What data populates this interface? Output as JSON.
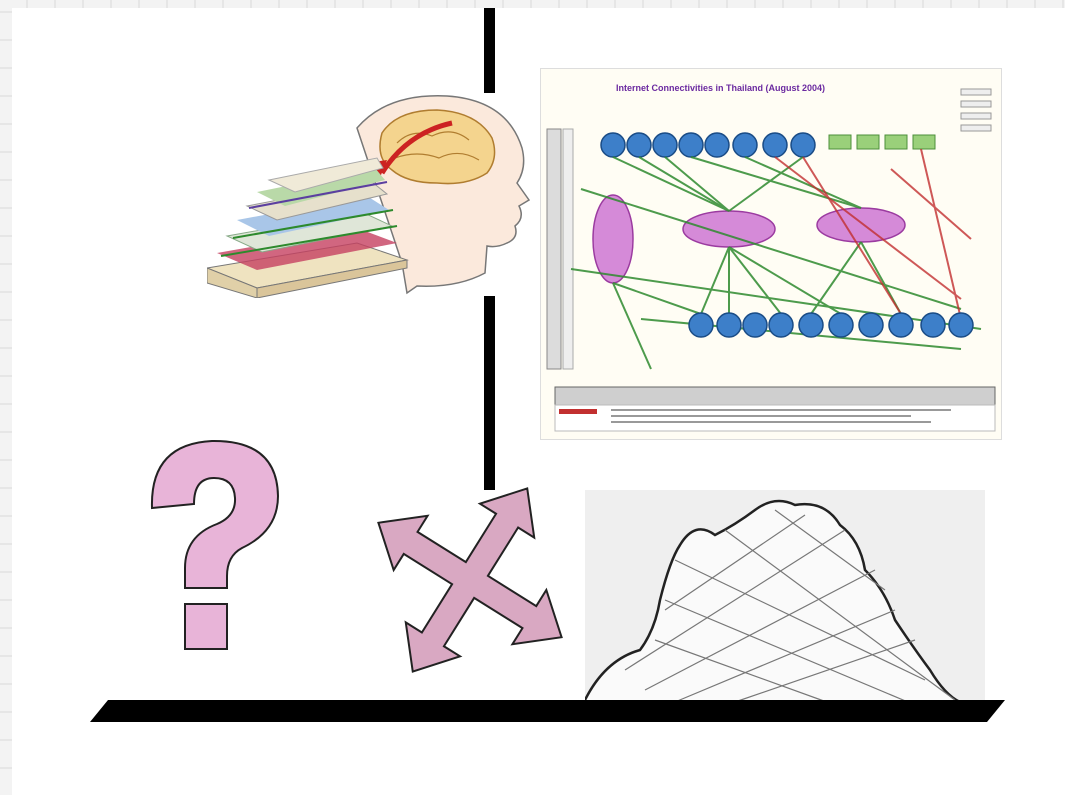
{
  "slide": {
    "diagram_title": "Internet Connectivities in Thailand (August 2004)",
    "colors": {
      "pink_symbol": "#e8b4d8",
      "pink_arrows": "#d9a8c2",
      "rule": "#000000",
      "net_node": "#3d7fc9",
      "hub": "#d58ad8",
      "link_green": "#2f8a2f",
      "link_red": "#c23030"
    },
    "icons": {
      "question": "question-mark-icon",
      "arrows": "four-way-arrows-icon",
      "brain": "brain-layers-illustration",
      "network": "network-diagram-image",
      "rock": "sketched-rock-outcrop"
    }
  }
}
